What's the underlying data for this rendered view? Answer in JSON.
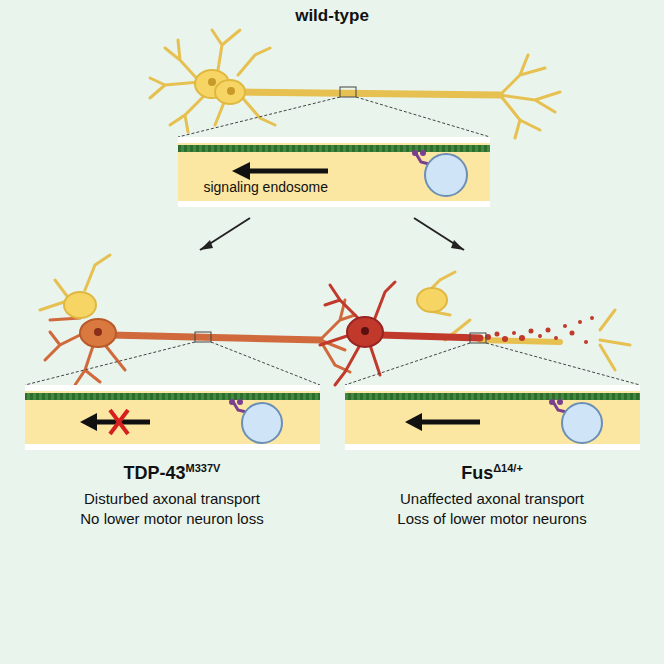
{
  "diagram": {
    "nodes": [
      {
        "text": [
          "signaling endosome"
        ]
      }
    ],
    "labels": [
      "wild-type",
      "TDP-43",
      "M337V",
      "Disturbed axonal transport",
      "No lower motor neuron loss",
      "Fus",
      "Δ14/+",
      "Unaffected axonal transport",
      "Loss of lower motor neurons"
    ]
  }
}
